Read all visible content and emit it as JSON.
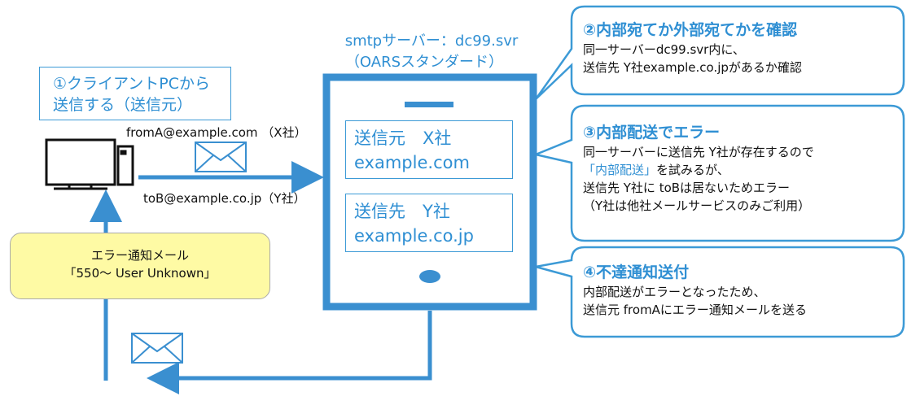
{
  "client": {
    "line1": "①クライアントPCから",
    "line2": "送信する（送信元）"
  },
  "server": {
    "title_line1": "smtpサーバー：dc99.svr",
    "title_line2": "（OARSスタンダード）"
  },
  "sender_box": {
    "line1": "送信元　X社",
    "line2": "example.com"
  },
  "dest_box": {
    "line1": "送信先　Y社",
    "line2": "example.co.jp"
  },
  "from_address": "fromA@example.com （X社）",
  "to_address": "toB@example.co.jp（Y社）",
  "error_notice": {
    "line1": "エラー通知メール",
    "line2": "「550～ User Unknown」"
  },
  "callouts": [
    {
      "head": "②内部宛てか外部宛てかを確認",
      "lines": [
        "同一サーバーdc99.svr内に、",
        "送信先 Y社example.co.jpがあるか確認"
      ]
    },
    {
      "head": "③内部配送でエラー",
      "line1": "同一サーバーに送信先 Y社が存在するので",
      "line2_highlight": "「内部配送」",
      "line2_rest": "を試みるが、",
      "line3": "送信先 Y社に toBは居ないためエラー",
      "line4": "（Y社は他社メールサービスのみご利用）"
    },
    {
      "head": "④不達通知送付",
      "lines": [
        "内部配送がエラーとなったため、",
        "送信元 fromAにエラー通知メールを送る"
      ]
    }
  ],
  "colors": {
    "accent": "#2f8fd3",
    "arrow": "#3a8fd0",
    "note_bg": "#fefaa4"
  },
  "icons": [
    "computer-icon",
    "envelope-icon",
    "envelope-icon"
  ]
}
